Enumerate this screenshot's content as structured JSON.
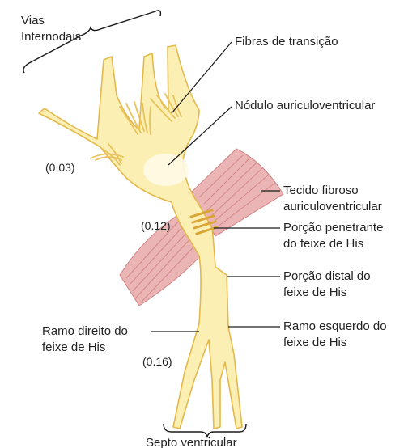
{
  "colors": {
    "conduction_fill": "#FCEFB4",
    "conduction_stroke": "#E2B94A",
    "conduction_detail": "#E8C35A",
    "node_glow": "#FFFAE6",
    "muscle_fill": "#E9AEAE",
    "muscle_stroke": "#C97575",
    "penetrating_band": "#D9A537",
    "text": "#222222"
  },
  "labels": {
    "vias_internodais_line1": "Vias",
    "vias_internodais_line2": "Internodais",
    "fibras_transicao": "Fibras de transição",
    "nodulo_av": "Nódulo auriculoventricular",
    "tecido_fibroso_line1": "Tecido fibroso",
    "tecido_fibroso_line2": "auriculoventricular",
    "porcao_penetrante_line1": "Porção penetrante",
    "porcao_penetrante_line2": "do feixe de His",
    "porcao_distal_line1": "Porção distal do",
    "porcao_distal_line2": "feixe de His",
    "ramo_esquerdo_line1": "Ramo esquerdo do",
    "ramo_esquerdo_line2": "feixe de His",
    "ramo_direito_line1": "Ramo direito do",
    "ramo_direito_line2": "feixe de His",
    "septo_ventricular": "Septo ventricular"
  },
  "timings": {
    "t1": "(0.03)",
    "t2": "(0.12)",
    "t3": "(0.16)"
  }
}
